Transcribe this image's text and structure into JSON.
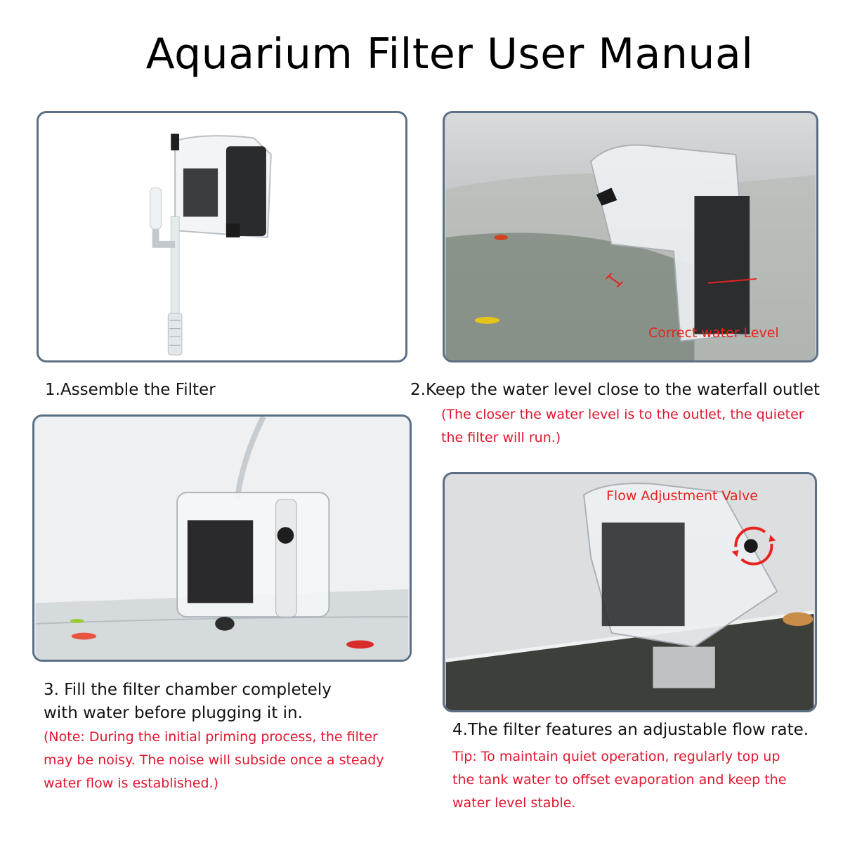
{
  "title": "Aquarium Filter User Manual",
  "steps": [
    {
      "caption": "1.Assemble the Filter"
    },
    {
      "caption": "2.Keep the water level close to the waterfall outlet",
      "note_lines": [
        "(The closer the water level is to the outlet, the quieter",
        "the filter will run.)"
      ],
      "overlay_label": "Correct water Level"
    },
    {
      "caption_lines": [
        "3. Fill the filter chamber completely",
        "with water before plugging it in."
      ],
      "note_lines": [
        "(Note: During the initial priming process, the filter",
        "may be noisy. The noise will subside once a steady",
        "water flow is established.)"
      ]
    },
    {
      "caption": "4.The filter features an adjustable flow rate.",
      "note_lines": [
        "Tip: To maintain quiet operation, regularly top up",
        "the tank water to offset evaporation and keep the",
        "water level stable."
      ],
      "overlay_label": "Flow Adjustment Valve"
    }
  ],
  "colors": {
    "panel_border": "#5c7085",
    "note_red": "#e0162f",
    "annotation_red": "#e8221f"
  }
}
